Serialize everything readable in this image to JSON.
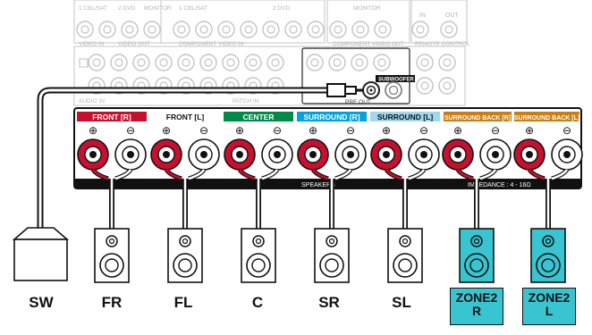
{
  "panel_top": {
    "labels": [
      "1 CBL/SAT",
      "2 DVD",
      "MONITOR",
      "1 CBL/SAT",
      "2 DVD",
      "MONITOR",
      "IN",
      "OUT"
    ],
    "group_labels": [
      "VIDEO IN",
      "VIDEO OUT",
      "COMPONENT VIDEO IN",
      "COMPONENT VIDEO OUT",
      "REMOTE CONTROL"
    ],
    "lower_labels": [
      "AUDIO IN",
      "PATCH IN",
      "PRE OUT",
      "SUBWOOFER"
    ]
  },
  "speaker_terminals": {
    "channels": [
      {
        "label": "FRONT",
        "badge": "R",
        "color": "#c8102e"
      },
      {
        "label": "FRONT",
        "badge": "L",
        "color": "#ffffff"
      },
      {
        "label": "CENTER",
        "badge": "",
        "color": "#008a4a"
      },
      {
        "label": "SURROUND",
        "badge": "R",
        "color": "#00a3e0"
      },
      {
        "label": "SURROUND",
        "badge": "L",
        "color": "#9fd8f0"
      },
      {
        "label": "SURROUND BACK",
        "badge": "R",
        "color": "#c97f19"
      },
      {
        "label": "SURROUND BACK",
        "badge": "L",
        "color": "#c97f19"
      }
    ],
    "plus_sign": "⊕",
    "minus_sign": "⊖",
    "footer_left": "SPEAKERS",
    "footer_right": "IMPEDANCE : 4 - 16Ω"
  },
  "speakers": [
    {
      "id": "SW",
      "label": "SW",
      "kind": "subwoofer",
      "highlight": false
    },
    {
      "id": "FR",
      "label": "FR",
      "kind": "speaker",
      "highlight": false
    },
    {
      "id": "FL",
      "label": "FL",
      "kind": "speaker",
      "highlight": false
    },
    {
      "id": "C",
      "label": "C",
      "kind": "speaker",
      "highlight": false
    },
    {
      "id": "SR",
      "label": "SR",
      "kind": "speaker",
      "highlight": false
    },
    {
      "id": "SL",
      "label": "SL",
      "kind": "speaker",
      "highlight": false
    },
    {
      "id": "ZONE2R",
      "label": "ZONE2\nR",
      "line1": "ZONE2",
      "line2": "R",
      "kind": "speaker",
      "highlight": true
    },
    {
      "id": "ZONE2L",
      "label": "ZONE2\nL",
      "line1": "ZONE2",
      "line2": "L",
      "kind": "speaker",
      "highlight": true
    }
  ],
  "colors": {
    "zone_highlight": "#38c5d1",
    "terminal_red": "#c8102e",
    "panel_grey": "#bdbdbd",
    "black": "#111111"
  }
}
